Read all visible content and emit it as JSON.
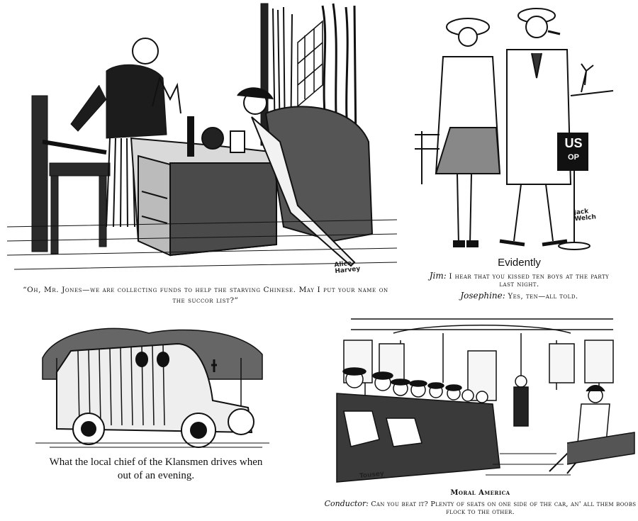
{
  "panels": {
    "top_left": {
      "caption": "“Oh, Mr. Jones—we are collecting funds to help the starving Chinese. May I put your name on the succor list?”",
      "signature": "Alice Harvey"
    },
    "top_right": {
      "title": "Evidently",
      "line1_speaker": "Jim:",
      "line1_text": "I hear that you kissed ten boys at the party",
      "line1_cont": "last night.",
      "line2_speaker": "Josephine:",
      "line2_text": "Yes, ten—all told.",
      "sign_text_top": "US",
      "sign_text_bottom": "OP",
      "signature": "Jack Welch"
    },
    "bottom_left": {
      "caption_line1": "What the local chief of the Klansmen drives when",
      "caption_line2": "out of an evening."
    },
    "bottom_right": {
      "title": "Moral America",
      "speaker": "Conductor:",
      "line1": "Can you beat it? Plenty of seats on one side of the car, an' all them boobs",
      "line2": "flock to the other.",
      "signature": "Tousey"
    }
  }
}
